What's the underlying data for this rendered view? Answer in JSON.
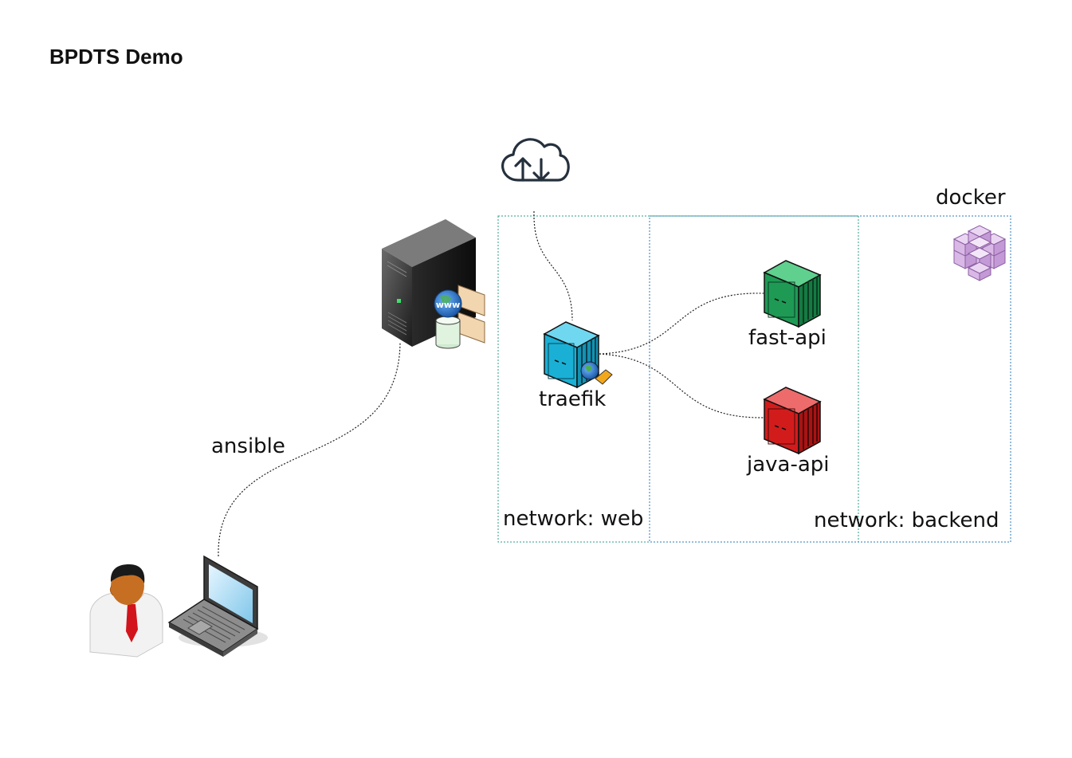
{
  "title": "BPDTS Demo",
  "labels": {
    "ansible": "ansible",
    "traefik": "traefik",
    "fast_api": "fast-api",
    "java_api": "java-api",
    "network_web": "network: web",
    "network_backend": "network: backend",
    "docker": "docker"
  },
  "colors": {
    "traefik": "#1ab0d6",
    "fast_api": "#1e9a55",
    "java_api": "#d21c1c",
    "docker_cubes": "#d9b8e6",
    "network_web_border": "#2b9e87",
    "network_backend_border": "#2a7bb8"
  },
  "icons": {
    "cloud": "cloud-upload-download-icon",
    "server": "web-server-icon",
    "user": "user-icon",
    "laptop": "laptop-icon",
    "docker": "docker-cubes-icon"
  }
}
